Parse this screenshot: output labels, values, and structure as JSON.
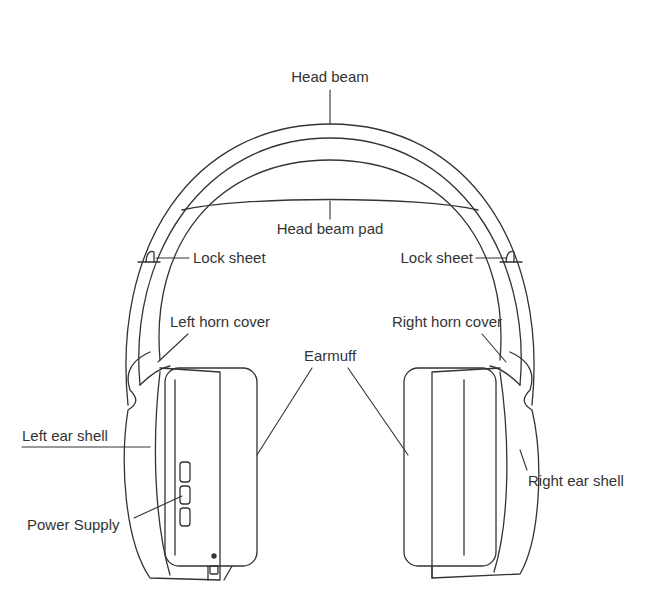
{
  "diagram": {
    "labels": [
      "Head beam",
      "Head beam pad",
      "Lock sheet",
      "Lock sheet",
      "Left horn cover",
      "Right horn cover",
      "Earmuff",
      "Left ear shell",
      "Power Supply",
      "Right ear shell"
    ]
  }
}
